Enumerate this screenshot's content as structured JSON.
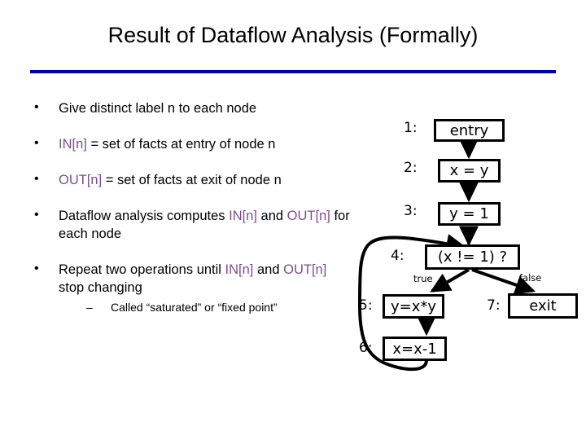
{
  "slide": {
    "title": "Result of Dataflow Analysis (Formally)",
    "rule_color": "#0000A8",
    "highlight_color": "#7C4E8E"
  },
  "bullets": [
    {
      "id": "b1",
      "parts": [
        {
          "text": "Give distinct label n to each node",
          "hl": false
        }
      ]
    },
    {
      "id": "b2",
      "parts": [
        {
          "text": "IN[n]",
          "hl": true
        },
        {
          "text": " = set of facts at entry of node n",
          "hl": false
        }
      ]
    },
    {
      "id": "b3",
      "parts": [
        {
          "text": "OUT[n]",
          "hl": true
        },
        {
          "text": " = set of facts at exit of node n",
          "hl": false
        }
      ]
    },
    {
      "id": "b4",
      "parts": [
        {
          "text": "Dataflow analysis computes ",
          "hl": false
        },
        {
          "text": "IN[n]",
          "hl": true
        },
        {
          "text": " and ",
          "hl": false
        },
        {
          "text": "OUT[n]",
          "hl": true
        },
        {
          "text": " for each node",
          "hl": false
        }
      ]
    },
    {
      "id": "b5",
      "parts": [
        {
          "text": "Repeat two operations until ",
          "hl": false
        },
        {
          "text": "IN[n]",
          "hl": true
        },
        {
          "text": " and ",
          "hl": false
        },
        {
          "text": "OUT[n]",
          "hl": true
        },
        {
          "text": " stop changing",
          "hl": false
        }
      ]
    }
  ],
  "bullet_text": {
    "b1": "Give distinct label n to each node",
    "b2_hl": "IN[n]",
    "b2_rest": " = set of facts at entry of node n",
    "b3_hl": "OUT[n]",
    "b3_rest": " = set of facts at exit of node n",
    "b4_a": "Dataflow analysis computes ",
    "b4_hl1": "IN[n]",
    "b4_b": " and ",
    "b4_hl2": "OUT[n]",
    "b4_c": " for each node",
    "b5_a": "Repeat two operations until ",
    "b5_hl1": "IN[n]",
    "b5_b": " and ",
    "b5_hl2": "OUT[n]",
    "b5_c": " stop changing",
    "sub1": "Called “saturated” or “fixed point”"
  },
  "flowchart": {
    "nodes": [
      {
        "num": "1:",
        "text": "entry"
      },
      {
        "num": "2:",
        "text": "x = y"
      },
      {
        "num": "3:",
        "text": "y = 1"
      },
      {
        "num": "4:",
        "text": "(x != 1) ?"
      },
      {
        "num": "5:",
        "text": "y=x*y"
      },
      {
        "num": "6:",
        "text": "x=x-1"
      },
      {
        "num": "7:",
        "text": "exit"
      }
    ],
    "edge_labels": {
      "true": "true",
      "false": "false"
    }
  }
}
